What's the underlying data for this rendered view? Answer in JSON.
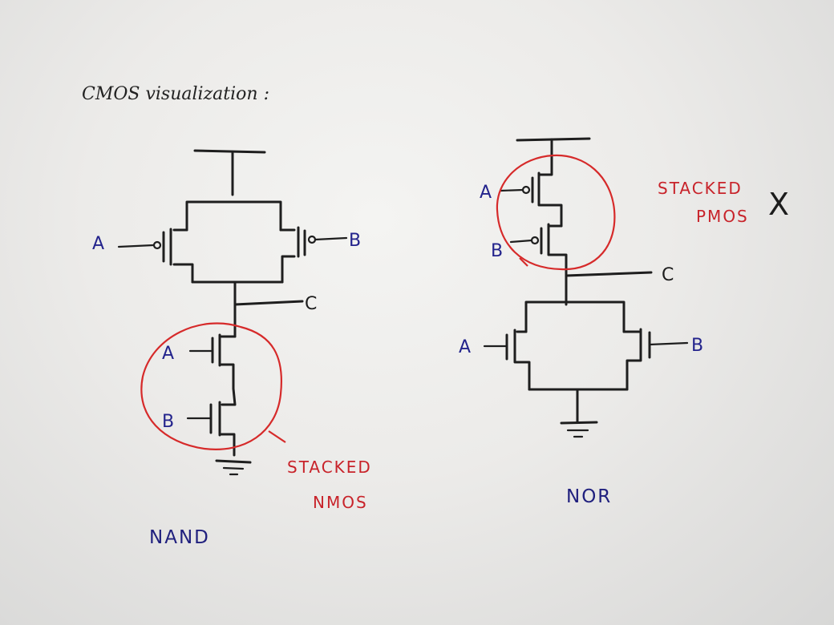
{
  "title": "CMOS visualization :",
  "nand": {
    "label_a_pmos": "A",
    "label_b_pmos": "B",
    "label_c": "C",
    "label_a_nmos": "A",
    "label_b_nmos": "B",
    "note_line1": "STACKED",
    "note_line2": "NMOS",
    "caption": "NAND"
  },
  "nor": {
    "label_a_pmos": "A",
    "label_b_pmos": "B",
    "label_c": "C",
    "label_a_nmos": "A",
    "label_b_nmos": "B",
    "note_line1": "STACKED",
    "note_line2": "PMOS",
    "cross": "X",
    "caption": "NOR"
  },
  "colors": {
    "ink": "#1e1e1e",
    "label_blue": "#23238c",
    "annotation_red": "#d62a2a"
  }
}
